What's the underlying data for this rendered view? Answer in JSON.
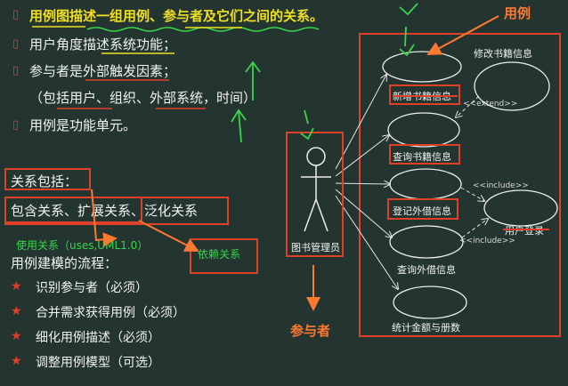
{
  "left_panel": {
    "heading": "用例图描述一组用例、参与者及它们之间的关系。",
    "bullets": [
      "用户角度描述系统功能；",
      "参与者是外部触发因素；",
      "（包括用户、组织、外部系统，时间）",
      "用例是功能单元。"
    ],
    "relations_title": "关系包括：",
    "relations_list": "包含关系、扩展关系、泛化关系",
    "uses_note": "使用关系（uses,UML1.0）",
    "depends_note": "依赖关系",
    "process_title": "用例建模的流程：",
    "steps": [
      "识别参与者（必须）",
      "合并需求获得用例（必须）",
      "细化用例描述（必须）",
      "调整用例模型（可选）"
    ]
  },
  "diagram": {
    "callout_usecase": "用例",
    "callout_actor": "参与者",
    "actor_name": "图书管理员",
    "use_cases": [
      "新增书籍信息",
      "修改书籍信息",
      "查询书籍信息",
      "登记外借信息",
      "用户登录",
      "查询外借信息",
      "统计金额与册数"
    ],
    "extend_label": "<<extend>>",
    "include_label_1": "<<include>>",
    "include_label_2": "<<include>>"
  },
  "colors": {
    "background": "#233431",
    "accent_red": "#e0402a",
    "heading_yellow": "#f0e020",
    "annotation_green": "#39d64a",
    "callout_orange": "#ff7a30"
  }
}
